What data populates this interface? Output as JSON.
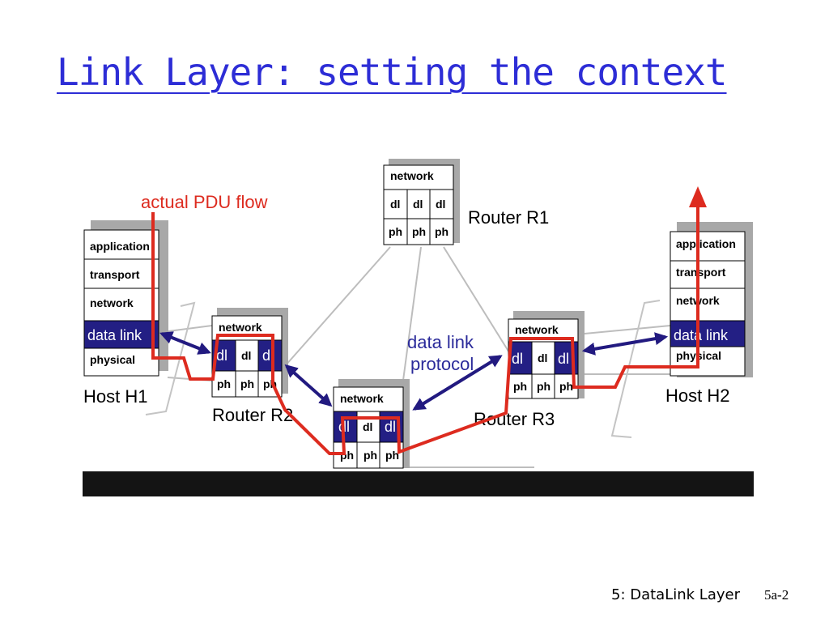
{
  "slide": {
    "title": "Link Layer: setting the context",
    "footer_section": "5: DataLink Layer",
    "footer_page": "5a-2"
  },
  "diagram": {
    "annotations": {
      "pdu_flow": "actual PDU flow",
      "protocol_line1": "data link",
      "protocol_line2": "protocol"
    },
    "hosts": {
      "h1": {
        "name": "Host H1",
        "layers": [
          "application",
          "transport",
          "network",
          "data link",
          "physical"
        ]
      },
      "h2": {
        "name": "Host H2",
        "layers": [
          "application",
          "transport",
          "network",
          "data link",
          "physical"
        ]
      }
    },
    "routers": {
      "r1": {
        "name": "Router R1",
        "network": "network",
        "dl": "dl",
        "ph": "ph"
      },
      "r2": {
        "name": "Router R2",
        "network": "network",
        "dl": "dl",
        "ph": "ph"
      },
      "r3": {
        "name": "Router R3",
        "network": "network",
        "dl": "dl",
        "ph": "ph"
      },
      "rc": {
        "network": "network",
        "dl": "dl",
        "ph": "ph"
      }
    },
    "colors": {
      "title": "#2d2dd6",
      "pdu_flow": "#dd2b1f",
      "protocol_text": "#2a2a9a",
      "arrow": "#221a80",
      "highlight": "#231f84",
      "shadow": "#a8a8a8",
      "link": "#bdbdbd"
    }
  }
}
